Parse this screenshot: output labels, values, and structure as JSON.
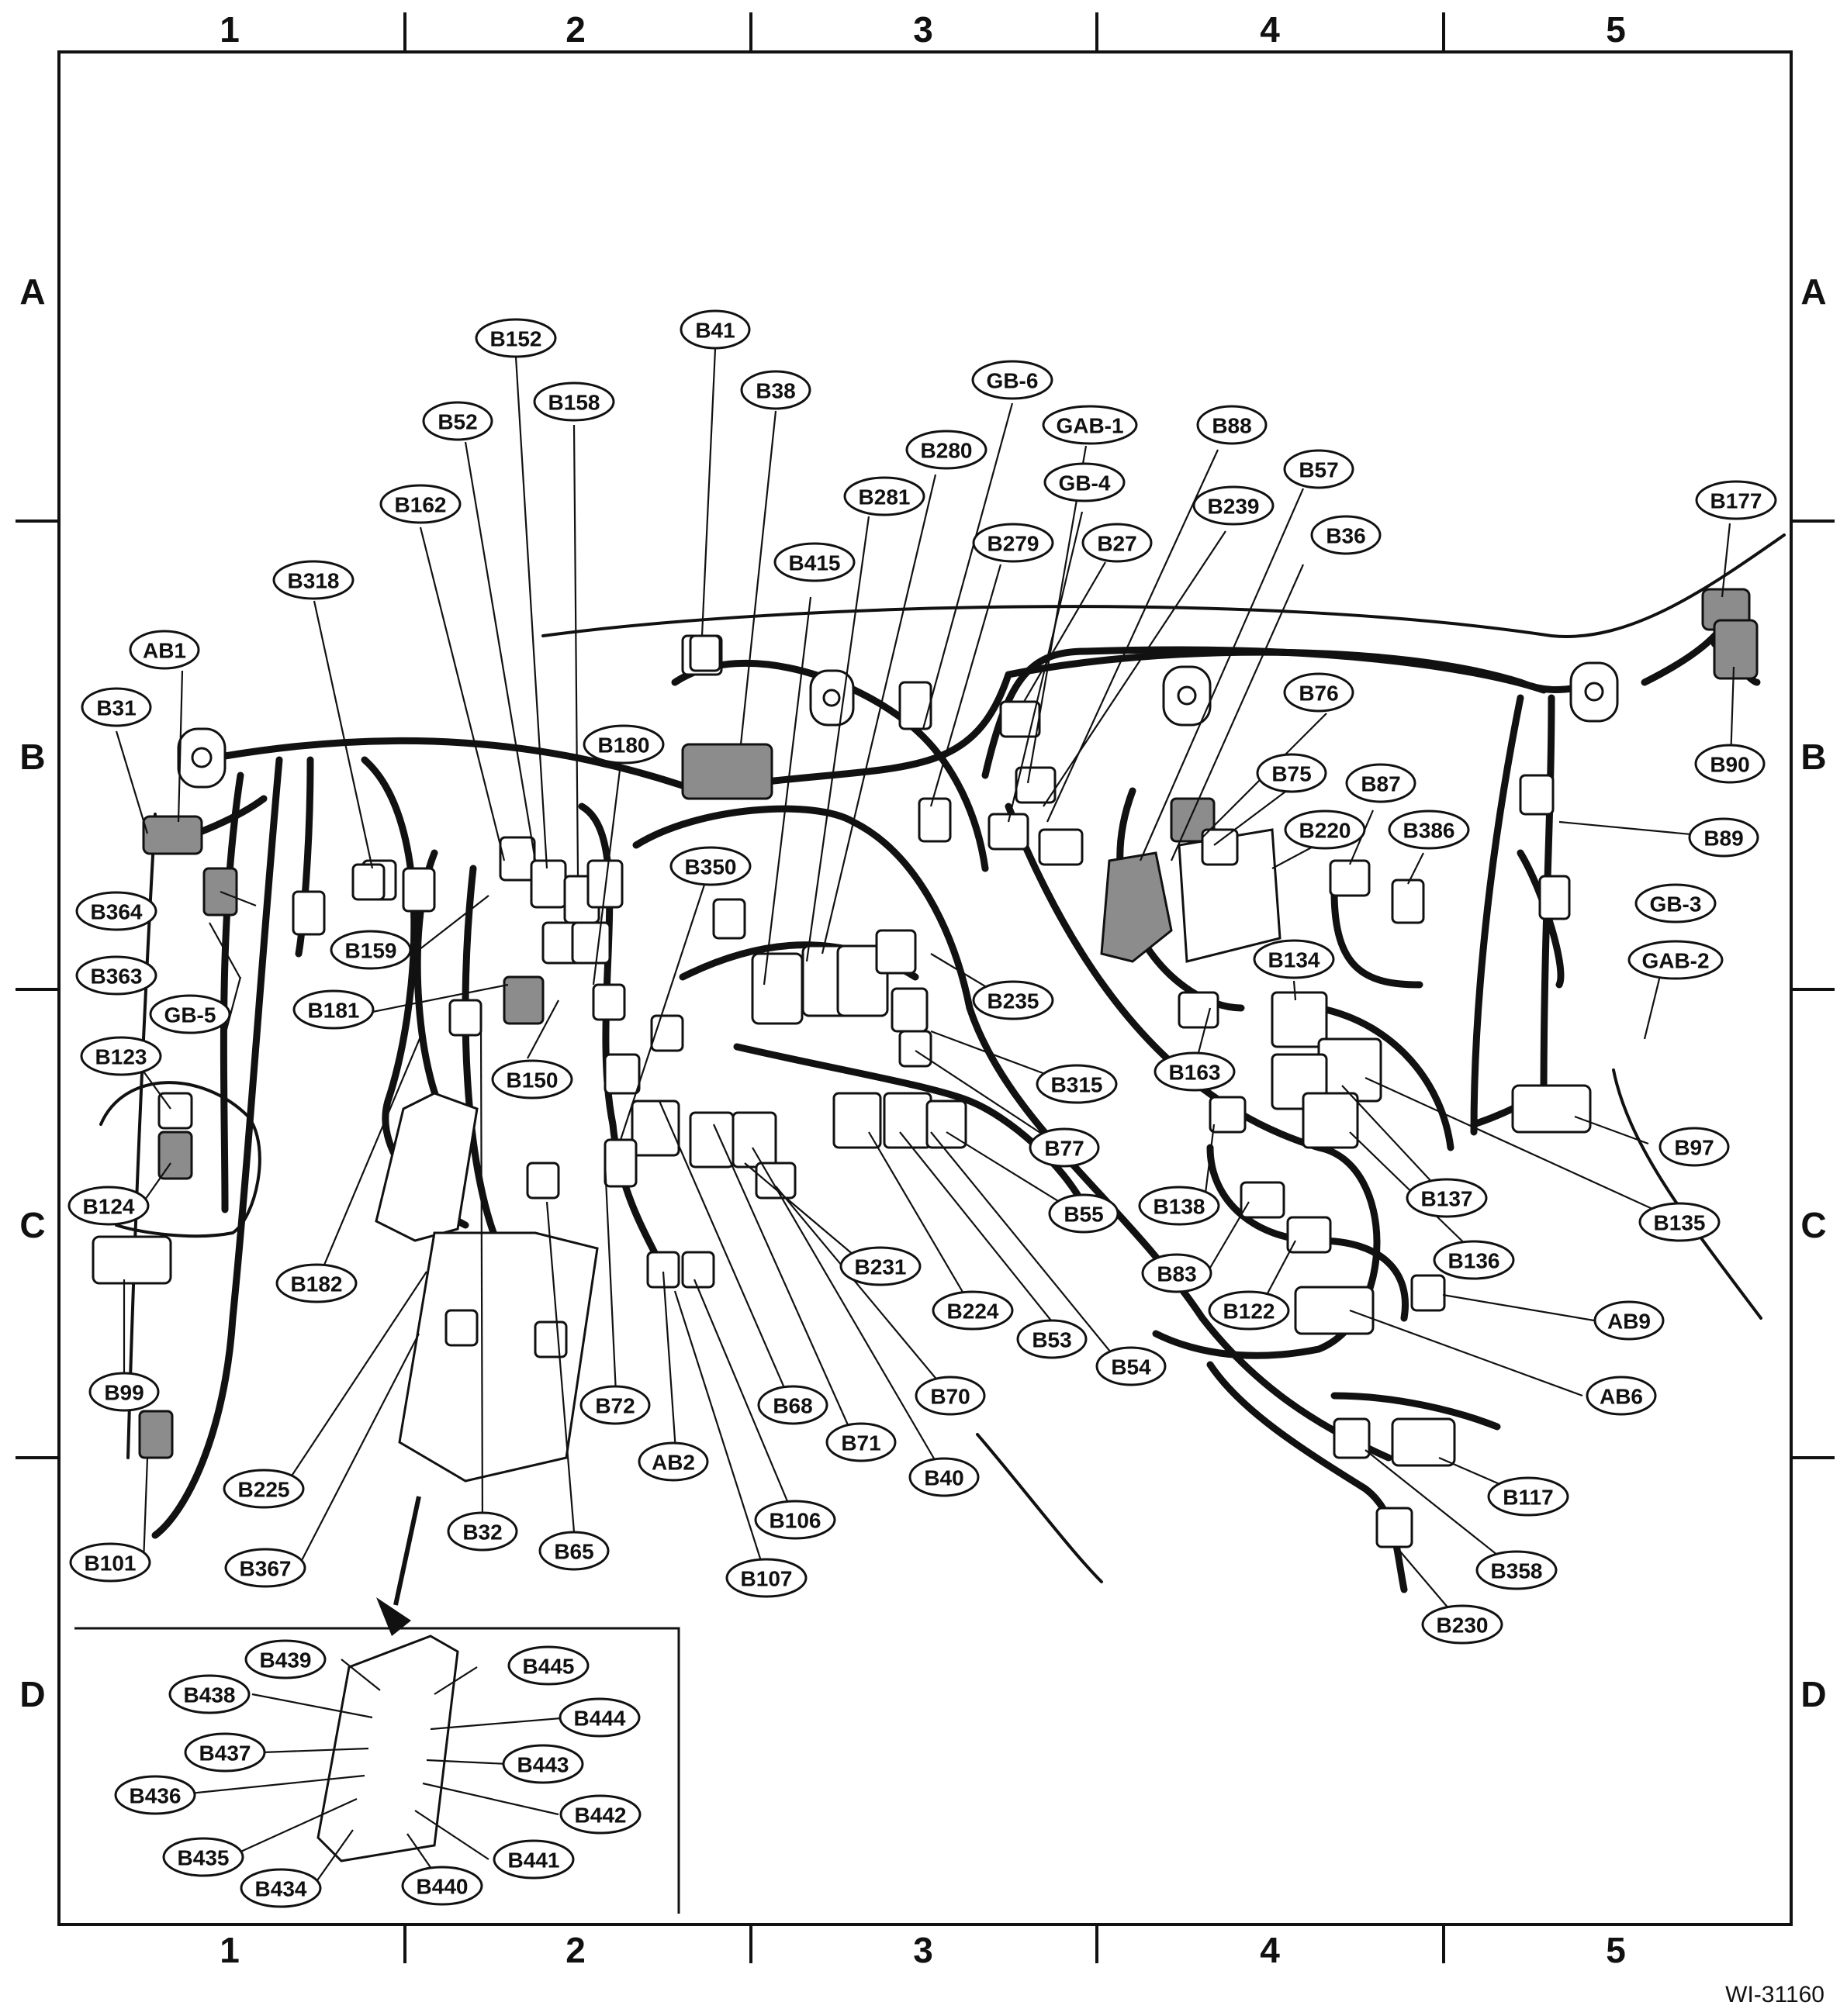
{
  "diagram_code": "WI-31160",
  "grid": {
    "columns": [
      "1",
      "2",
      "3",
      "4",
      "5"
    ],
    "rows": [
      "A",
      "B",
      "C",
      "D"
    ]
  },
  "connectors": [
    "B152",
    "B41",
    "B38",
    "B52",
    "B158",
    "GB-6",
    "B280",
    "GAB-1",
    "B88",
    "B162",
    "B281",
    "GB-4",
    "B57",
    "B239",
    "B177",
    "B279",
    "B27",
    "B36",
    "B415",
    "B318",
    "AB1",
    "B31",
    "B76",
    "B180",
    "B75",
    "B90",
    "B87",
    "B220",
    "B386",
    "B89",
    "B350",
    "B364",
    "GB-3",
    "B159",
    "GAB-2",
    "B134",
    "B363",
    "B235",
    "GB-5",
    "B181",
    "B123",
    "B150",
    "B315",
    "B163",
    "B77",
    "B97",
    "B138",
    "B137",
    "B55",
    "B135",
    "B124",
    "B83",
    "B231",
    "B136",
    "B182",
    "B122",
    "AB9",
    "B224",
    "B53",
    "B54",
    "B99",
    "AB6",
    "B72",
    "B70",
    "B68",
    "B71",
    "AB2",
    "B40",
    "B117",
    "B225",
    "B106",
    "B32",
    "B358",
    "B101",
    "B367",
    "B65",
    "B107",
    "B230"
  ],
  "inset_connectors": [
    "B439",
    "B445",
    "B438",
    "B444",
    "B437",
    "B443",
    "B436",
    "B442",
    "B435",
    "B441",
    "B434",
    "B440"
  ],
  "colors": {
    "line": "#111111",
    "shaded_connector": "#8c8c8c",
    "background": "#ffffff"
  }
}
